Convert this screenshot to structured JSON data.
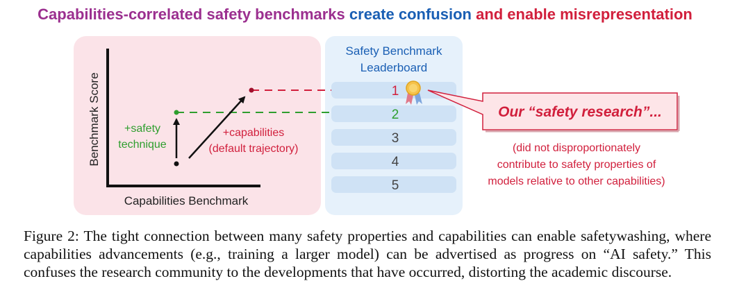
{
  "headline": {
    "part1": "Capabilities-correlated safety benchmarks",
    "part2": "create confusion",
    "part3": "and enable misrepresentation"
  },
  "plot": {
    "y_axis_label": "Benchmark Score",
    "x_axis_label": "Capabilities Benchmark",
    "safety_line1": "+safety",
    "safety_line2": "technique",
    "capabilities_line1": "+capabilities",
    "capabilities_line2": "(default trajectory)"
  },
  "leaderboard": {
    "title_line1": "Safety Benchmark",
    "title_line2": "Leaderboard",
    "ranks": [
      "1",
      "2",
      "3",
      "4",
      "5"
    ]
  },
  "callout": {
    "text": "Our “safety research”...",
    "note_line1": "(did not disproportionately",
    "note_line2": "contribute to safety properties of",
    "note_line3": "models relative to other capabilities)"
  },
  "caption": "Figure 2: The tight connection between many safety properties and capabilities can enable safetywashing, where capabilities advancements (e.g., training a larger model) can be advertised as progress on “AI safety.” This confuses the research community to the developments that have occurred, distorting the academic discourse.",
  "colors": {
    "purple": "#9b2f8f",
    "blue": "#1a5fb4",
    "red": "#d11f3c",
    "green": "#2e9e2e",
    "pink_panel": "#fbe3e8",
    "blue_panel": "#e6f1fb"
  },
  "icons": [
    "award-ribbon-icon",
    "arrow-icon"
  ]
}
